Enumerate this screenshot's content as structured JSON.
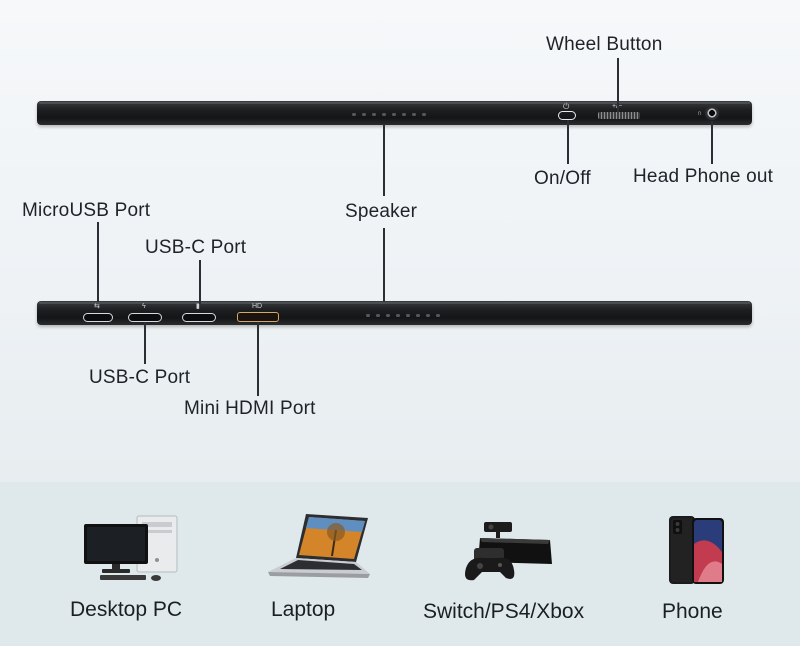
{
  "labels": {
    "wheel_button": "Wheel Button",
    "on_off": "On/Off",
    "head_phone_out": "Head Phone out",
    "speaker": "Speaker",
    "microusb_port": "MicroUSB Port",
    "usbc_port_upper": "USB-C Port",
    "usbc_port_lower": "USB-C Port",
    "mini_hdmi_port": "Mini HDMI Port"
  },
  "bar_marks": {
    "volume": "+/−",
    "hdmi": "HD"
  },
  "devices": [
    {
      "label": "Desktop PC",
      "icon": "desktop-pc-icon"
    },
    {
      "label": "Laptop",
      "icon": "laptop-icon"
    },
    {
      "label": "Switch/PS4/Xbox",
      "icon": "game-console-icon"
    },
    {
      "label": "Phone",
      "icon": "phone-icon"
    }
  ],
  "colors": {
    "bar": "#1e2022",
    "line": "#2a2f36",
    "text": "#1f2329",
    "hdmi_port": "#d6a863",
    "bottom_band": "#dfe8ea"
  }
}
